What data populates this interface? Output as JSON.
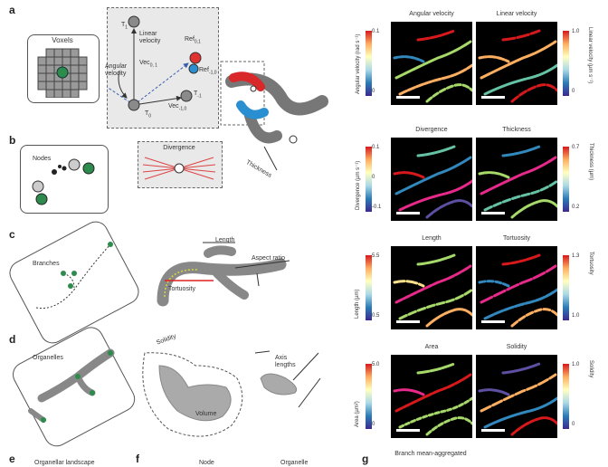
{
  "panels": {
    "a": "a",
    "b": "b",
    "c": "c",
    "d": "d",
    "e": "e",
    "f": "f",
    "g": "g"
  },
  "voxels": {
    "title": "Voxels"
  },
  "nodes": {
    "title": "Nodes"
  },
  "branches": {
    "title": "Branches"
  },
  "organelles": {
    "title": "Organelles"
  },
  "velocity_diagram": {
    "t1": "T",
    "t1_sub": "1",
    "tm1": "T",
    "tm1_sub": "-1",
    "t0": "T",
    "t0_sub": "0",
    "linear_velocity": "Linear velocity",
    "angular_velocity": "Angular velocity",
    "vec01": "Vec",
    "vec01_sub": "0, 1",
    "vecm10": "Vec",
    "vecm10_sub": "-1,0",
    "ref01": "Ref",
    "ref01_sub": "0,1",
    "refm10": "Ref",
    "refm10_sub": "-1,0"
  },
  "divergence_box": {
    "title": "Divergence"
  },
  "labels": {
    "thickness": "Thickness",
    "length": "Length",
    "aspect_ratio": "Aspect ratio",
    "tortuosity": "Tortuosity",
    "solidity": "Solidity",
    "volume": "Volume",
    "axis_lengths": "Axis lengths"
  },
  "bottom": {
    "organellar_landscape": "Organellar landscape",
    "node": "Node",
    "organelle": "Organelle",
    "branch_mean_aggregated": "Branch mean-aggregated"
  },
  "maps": [
    {
      "left_title": "Angular velocity",
      "right_title": "Linear velocity",
      "left_axis": "Angular velocity (rad s⁻¹)",
      "right_axis": "Linear velocity (µm s⁻¹)",
      "left_ticks": [
        "0.1",
        "0"
      ],
      "right_ticks": [
        "1.0",
        "0"
      ]
    },
    {
      "left_title": "Divergence",
      "right_title": "Thickness",
      "left_axis": "Divergence (µm s⁻¹)",
      "right_axis": "Thickness (µm)",
      "left_ticks": [
        "0.1",
        "0",
        "-0.1"
      ],
      "right_ticks": [
        "0.7",
        "0.2"
      ]
    },
    {
      "left_title": "Length",
      "right_title": "Tortuosity",
      "left_axis": "Length (µm)",
      "right_axis": "Tortuosity",
      "left_ticks": [
        "5.5",
        "0.5"
      ],
      "right_ticks": [
        "1.3",
        "1.0"
      ]
    },
    {
      "left_title": "Area",
      "right_title": "Solidity",
      "left_axis": "Area (µm²)",
      "right_axis": "Solidity",
      "left_ticks": [
        "5.0",
        "0"
      ],
      "right_ticks": [
        "1.0",
        "0"
      ]
    }
  ]
}
